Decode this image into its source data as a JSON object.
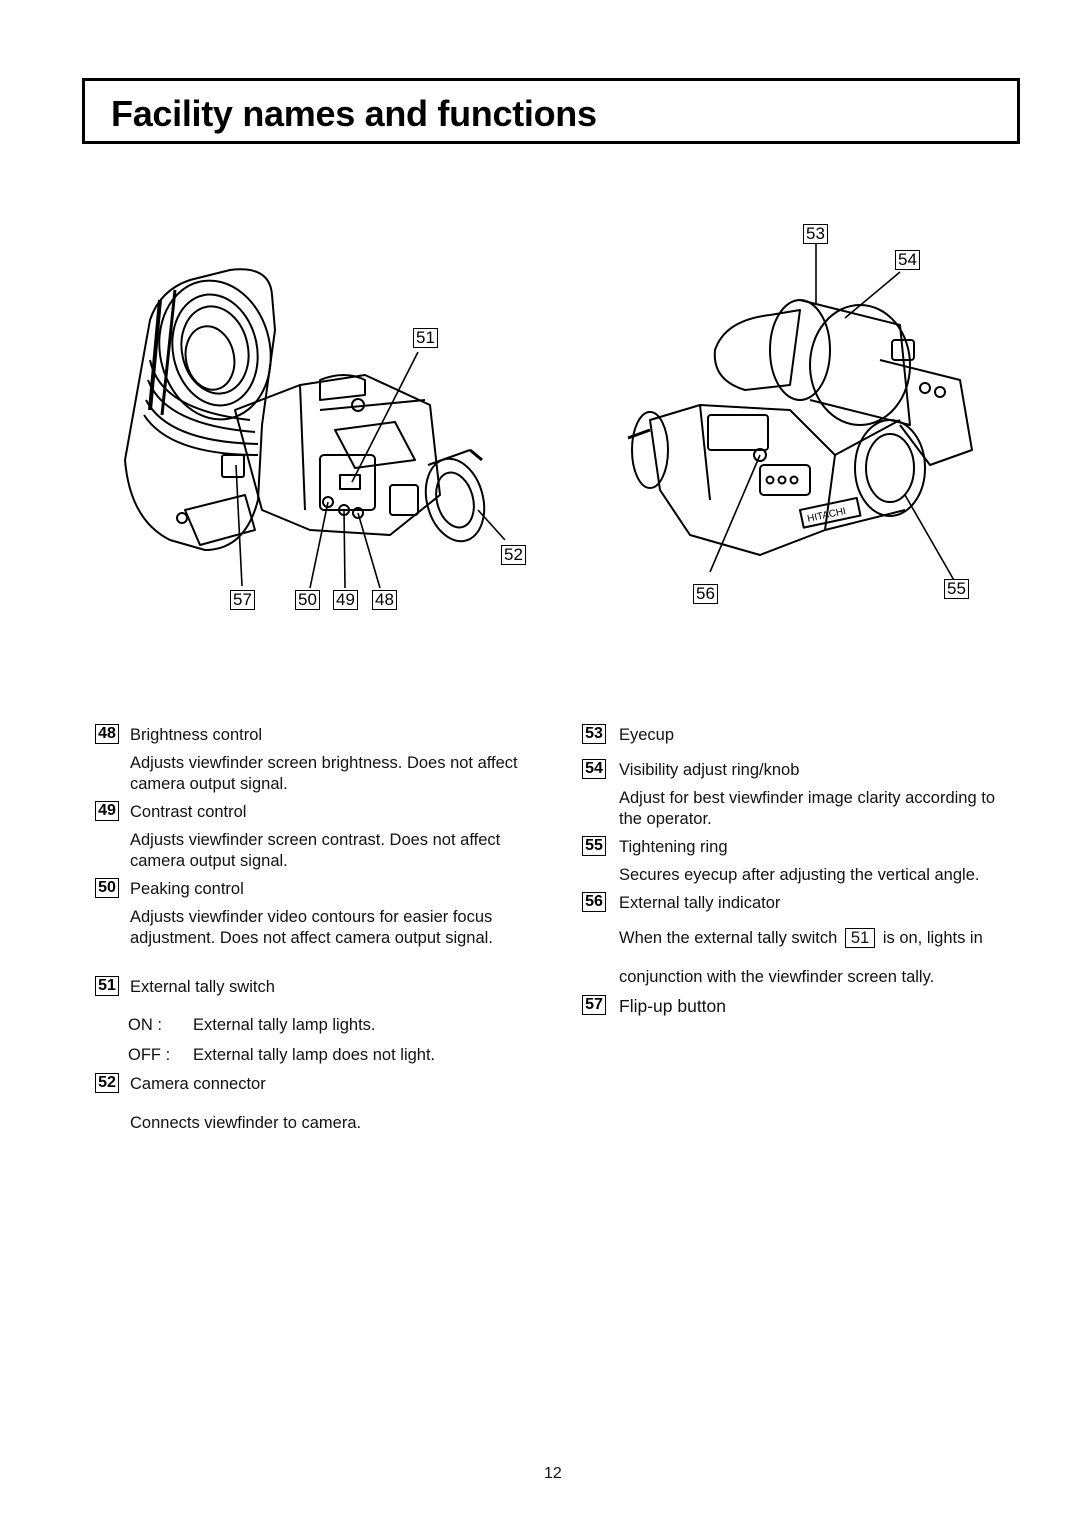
{
  "page_title": "Facility names and functions",
  "figure": {
    "left_view_callouts": [
      "51",
      "52",
      "57",
      "50",
      "49",
      "48"
    ],
    "right_view_callouts": [
      "53",
      "54",
      "56",
      "55"
    ],
    "brand_mark": "HITACHI"
  },
  "items": [
    {
      "num": "48",
      "title": "Brightness control",
      "desc": "Adjusts viewfinder screen brightness.   Does not affect camera output signal."
    },
    {
      "num": "49",
      "title": "Contrast control",
      "desc": "Adjusts viewfinder screen contrast.   Does not affect camera output signal."
    },
    {
      "num": "50",
      "title": "Peaking control",
      "desc": "Adjusts viewfinder video contours for easier focus adjustment.   Does not affect camera output signal."
    },
    {
      "num": "51",
      "title": "External tally switch",
      "on_label": "ON :",
      "on_text": "External tally lamp lights.",
      "off_label": "OFF :",
      "off_text": "External tally lamp does not light."
    },
    {
      "num": "52",
      "title": "Camera connector",
      "desc": "Connects viewfinder to camera."
    },
    {
      "num": "53",
      "title": "Eyecup"
    },
    {
      "num": "54",
      "title": "Visibility adjust ring/knob",
      "desc": "Adjust for best viewfinder image clarity according to the operator."
    },
    {
      "num": "55",
      "title": "Tightening ring",
      "desc": "Secures eyecup after adjusting the vertical angle."
    },
    {
      "num": "56",
      "title": "External tally indicator",
      "desc_before": "When the external tally switch",
      "desc_ref": "51",
      "desc_after": "is on, lights in",
      "desc_line2": "conjunction with the viewfinder screen tally."
    },
    {
      "num": "57",
      "title": "Flip-up button"
    }
  ],
  "page_number": "12"
}
